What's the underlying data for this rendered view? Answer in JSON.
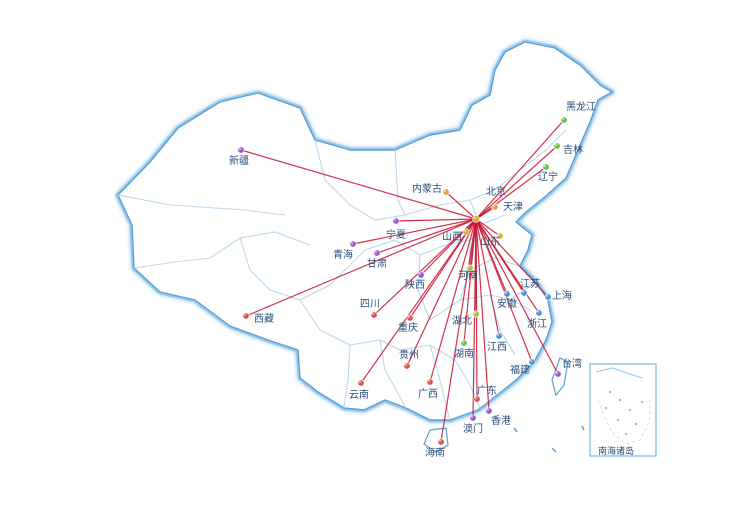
{
  "map": {
    "hub": "北京",
    "route_color": "#c8102e",
    "inset_label": "南海诸岛",
    "cities": [
      {
        "name": "新疆",
        "color": "#9b59d0"
      },
      {
        "name": "西藏",
        "color": "#d9534f"
      },
      {
        "name": "青海",
        "color": "#9b59d0"
      },
      {
        "name": "甘肃",
        "color": "#9b59d0"
      },
      {
        "name": "宁夏",
        "color": "#9b59d0"
      },
      {
        "name": "内蒙古",
        "color": "#e3a23a"
      },
      {
        "name": "黑龙江",
        "color": "#6cc04a"
      },
      {
        "name": "吉林",
        "color": "#6cc04a"
      },
      {
        "name": "辽宁",
        "color": "#6cc04a"
      },
      {
        "name": "北京",
        "color": "#e3a23a"
      },
      {
        "name": "天津",
        "color": "#e3a23a"
      },
      {
        "name": "山西",
        "color": "#e3a23a"
      },
      {
        "name": "山东",
        "color": "#e3a23a"
      },
      {
        "name": "陕西",
        "color": "#9b59d0"
      },
      {
        "name": "河南",
        "color": "#9fc23a"
      },
      {
        "name": "四川",
        "color": "#d9534f"
      },
      {
        "name": "重庆",
        "color": "#d9534f"
      },
      {
        "name": "湖北",
        "color": "#9fc23a"
      },
      {
        "name": "安徽",
        "color": "#4a90d9"
      },
      {
        "name": "江苏",
        "color": "#4a90d9"
      },
      {
        "name": "上海",
        "color": "#4a90d9"
      },
      {
        "name": "浙江",
        "color": "#4a90d9"
      },
      {
        "name": "贵州",
        "color": "#d9534f"
      },
      {
        "name": "湖南",
        "color": "#6cc04a"
      },
      {
        "name": "江西",
        "color": "#4a90d9"
      },
      {
        "name": "福建",
        "color": "#4a90d9"
      },
      {
        "name": "台湾",
        "color": "#9b59d0"
      },
      {
        "name": "云南",
        "color": "#d9534f"
      },
      {
        "name": "广西",
        "color": "#d9534f"
      },
      {
        "name": "广东",
        "color": "#d9534f"
      },
      {
        "name": "香港",
        "color": "#9b59d0"
      },
      {
        "name": "澳门",
        "color": "#9b59d0"
      },
      {
        "name": "海南",
        "color": "#d9534f"
      }
    ]
  }
}
